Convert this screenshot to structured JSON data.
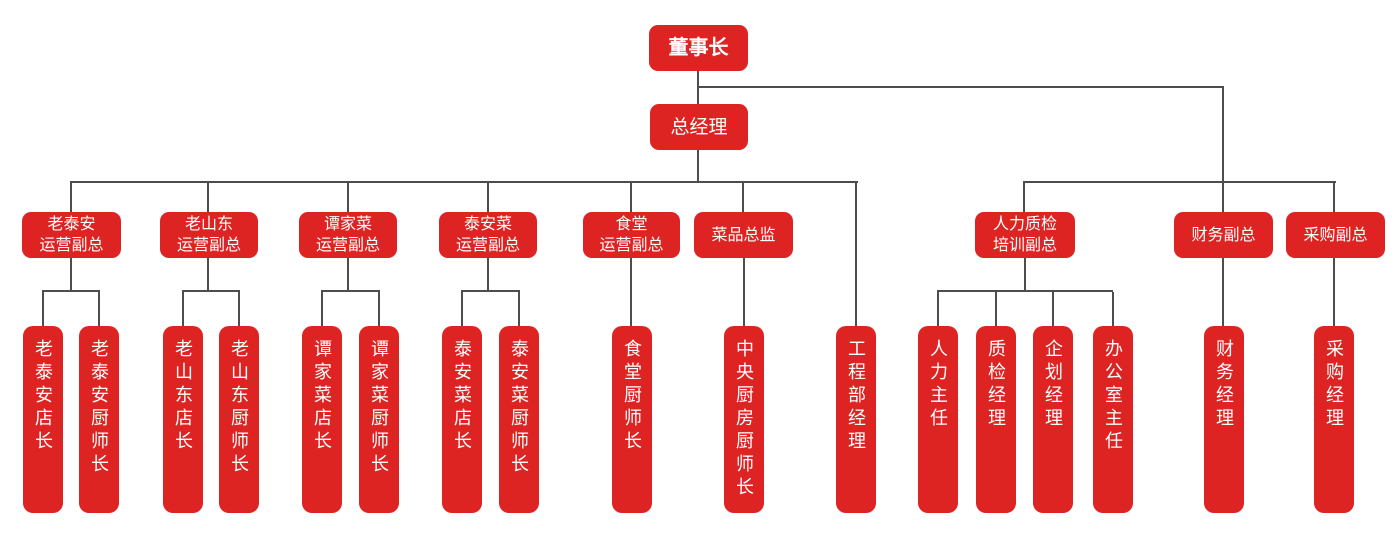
{
  "colors": {
    "box_red": "#dd2423",
    "line_gray": "#4d4d4d",
    "text_white": "#ffffff"
  },
  "org": {
    "chairman": {
      "label": "董事长"
    },
    "general_manager": {
      "label": "总经理"
    },
    "gm_children": [
      {
        "label": "老泰安\n运营副总",
        "children": [
          {
            "label": "老泰安店长"
          },
          {
            "label": "老泰安厨师长"
          }
        ]
      },
      {
        "label": "老山东\n运营副总",
        "children": [
          {
            "label": "老山东店长"
          },
          {
            "label": "老山东厨师长"
          }
        ]
      },
      {
        "label": "谭家菜\n运营副总",
        "children": [
          {
            "label": "谭家菜店长"
          },
          {
            "label": "谭家菜厨师长"
          }
        ]
      },
      {
        "label": "泰安菜\n运营副总",
        "children": [
          {
            "label": "泰安菜店长"
          },
          {
            "label": "泰安菜厨师长"
          }
        ]
      },
      {
        "label": "食堂\n运营副总",
        "children": [
          {
            "label": "食堂厨师长"
          }
        ]
      },
      {
        "label": "菜品总监",
        "children": [
          {
            "label": "中央厨房厨师长"
          }
        ]
      },
      {
        "label": "工程部经理",
        "children": []
      }
    ],
    "chairman_children": [
      {
        "label": "人力质检\n培训副总",
        "children": [
          {
            "label": "人力主任"
          },
          {
            "label": "质检经理"
          },
          {
            "label": "企划经理"
          },
          {
            "label": "办公室主任"
          }
        ]
      },
      {
        "label": "财务副总",
        "children": [
          {
            "label": "财务经理"
          }
        ]
      },
      {
        "label": "采购副总",
        "children": [
          {
            "label": "采购经理"
          }
        ]
      }
    ]
  }
}
